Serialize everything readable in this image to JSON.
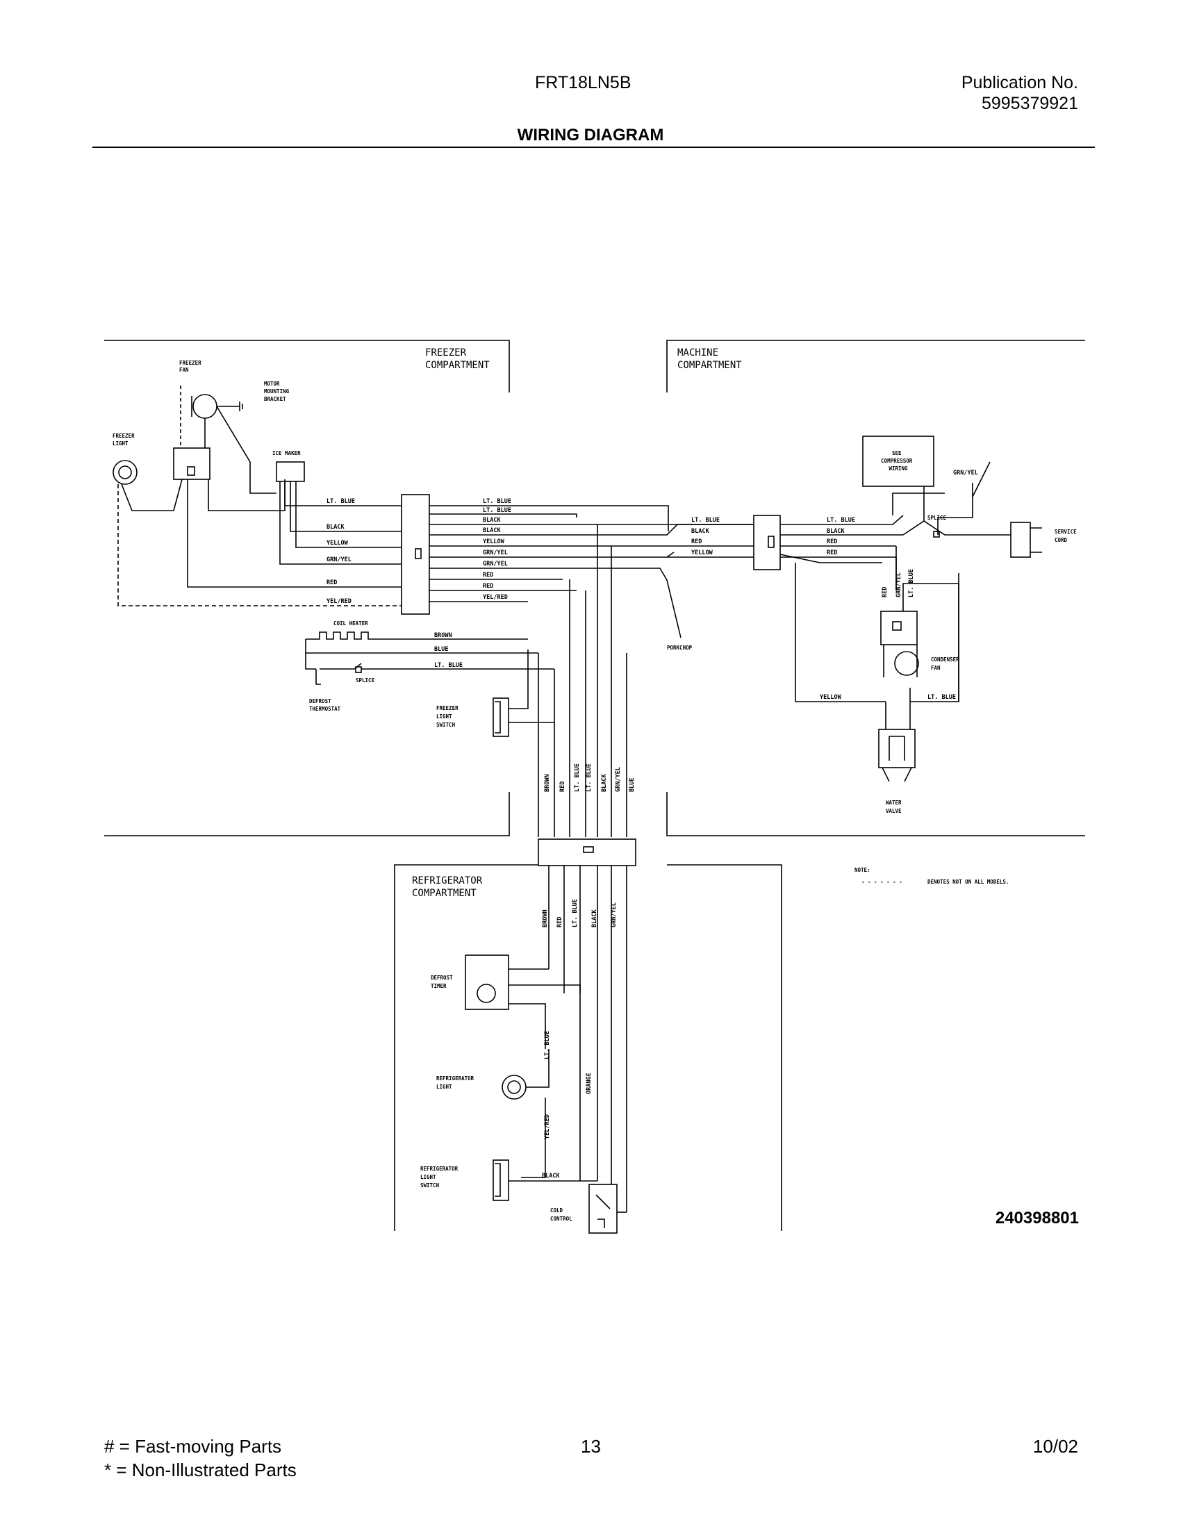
{
  "header": {
    "model": "FRT18LN5B",
    "publication_label": "Publication No.",
    "publication_number": "5995379921",
    "title": "WIRING DIAGRAM"
  },
  "diagram": {
    "compartments": {
      "freezer": [
        "FREEZER",
        "COMPARTMENT"
      ],
      "machine": [
        "MACHINE",
        "COMPARTMENT"
      ],
      "refrigerator": [
        "REFRIGERATOR",
        "COMPARTMENT"
      ]
    },
    "components": {
      "freezer_fan": [
        "FREEZER",
        "FAN"
      ],
      "motor_bracket": [
        "MOTOR",
        "MOUNTING",
        "BRACKET"
      ],
      "freezer_light": [
        "FREEZER",
        "LIGHT"
      ],
      "ice_maker": [
        "ICE MAKER"
      ],
      "coil_heater": [
        "COIL HEATER"
      ],
      "splice_left": [
        "SPLICE"
      ],
      "defrost_thermostat": [
        "DEFROST",
        "THERMOSTAT"
      ],
      "freezer_light_switch": [
        "FREEZER",
        "LIGHT",
        "SWITCH"
      ],
      "porkchop": [
        "PORKCHOP"
      ],
      "compressor_wiring": [
        "SEE",
        "COMPRESSOR",
        "WIRING"
      ],
      "splice_right": [
        "SPLICE"
      ],
      "service_cord": [
        "SERVICE",
        "CORD"
      ],
      "condenser_fan": [
        "CONDENSER",
        "FAN"
      ],
      "water_valve": [
        "WATER",
        "VALVE"
      ],
      "defrost_timer": [
        "DEFROST",
        "TIMER"
      ],
      "refrigerator_light": [
        "REFRIGERATOR",
        "LIGHT"
      ],
      "refrigerator_light_switch": [
        "REFRIGERATOR",
        "LIGHT",
        "SWITCH"
      ],
      "cold_control": [
        "COLD",
        "CONTROL"
      ]
    },
    "wire_labels": {
      "icemaker_ltblue": "LT. BLUE",
      "left_black": "BLACK",
      "left_yellow": "YELLOW",
      "left_grnyel": "GRN/YEL",
      "left_red": "RED",
      "left_yelred": "YEL/RED",
      "mid": [
        "LT. BLUE",
        "LT. BLUE",
        "BLACK",
        "BLACK",
        "YELLOW",
        "GRN/YEL",
        "GRN/YEL",
        "RED",
        "RED",
        "YEL/RED"
      ],
      "machine_left": [
        "LT. BLUE",
        "BLACK",
        "RED",
        "YELLOW"
      ],
      "machine_right": [
        "LT. BLUE",
        "BLACK",
        "RED",
        "RED"
      ],
      "grnyel_top": "GRN/YEL",
      "coil_brown": "BROWN",
      "coil_blue": "BLUE",
      "coil_ltblue": "LT. BLUE",
      "vertical_freezer": [
        "BROWN",
        "RED",
        "LT. BLUE",
        "LT. BLUE",
        "BLACK",
        "GRN/YEL",
        "BLUE"
      ],
      "vertical_machine": [
        "RED",
        "GRN/YEL",
        "LT. BLUE"
      ],
      "valve_yellow": "YELLOW",
      "valve_ltblue": "LT. BLUE",
      "vertical_refrigerator": [
        "BROWN",
        "RED",
        "LT. BLUE",
        "BLACK",
        "GRN/YEL"
      ],
      "ref_ltblue": "LT. BLUE",
      "ref_orange": "ORANGE",
      "ref_yelred": "YEL/RED",
      "ref_black": "BLACK"
    },
    "note_title": "NOTE:",
    "note_dashes": "- - - - - - -",
    "note_text": "DENOTES NOT ON ALL MODELS."
  },
  "document_number": "240398801",
  "footer": {
    "fast_moving": "#  =  Fast-moving Parts",
    "non_illustrated": "*   =  Non-Illustrated Parts",
    "page_number": "13",
    "date": "10/02"
  }
}
